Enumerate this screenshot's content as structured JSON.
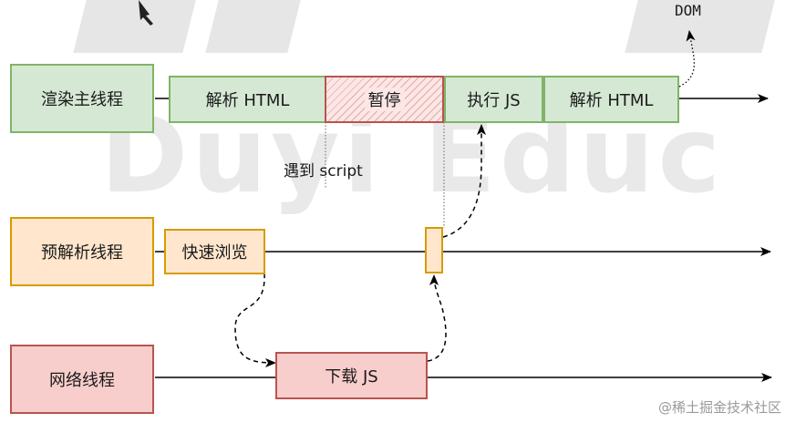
{
  "threads": {
    "main": "渲染主线程",
    "preparse": "预解析线程",
    "network": "网络线程"
  },
  "main_thread": {
    "parse_html_1": "解析 HTML",
    "pause": "暂停",
    "execute_js": "执行 JS",
    "parse_html_2": "解析 HTML"
  },
  "preparse_thread": {
    "fast_scan": "快速浏览"
  },
  "network_thread": {
    "download_js": "下载 JS"
  },
  "annotations": {
    "encounter_script": "遇到 script",
    "dom": "DOM"
  },
  "watermark": {
    "text": "Duyi Educ"
  },
  "credit": "@稀土掘金技术社区",
  "colors": {
    "green_fill": "#d5e8d4",
    "green_stroke": "#82b366",
    "orange_fill": "#ffe6cc",
    "orange_stroke": "#d79b00",
    "red_fill": "#f8cecc",
    "red_stroke": "#b85450"
  }
}
